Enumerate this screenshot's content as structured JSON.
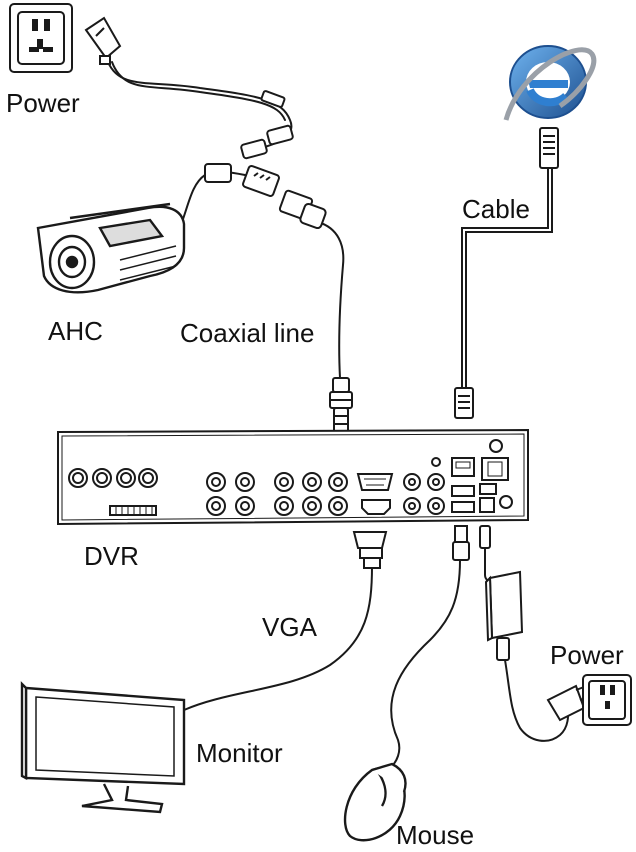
{
  "labels": {
    "power_top": "Power",
    "cable": "Cable",
    "ahc": "AHC",
    "coaxial_line": "Coaxial line",
    "dvr": "DVR",
    "vga": "VGA",
    "power_right": "Power",
    "monitor": "Monitor",
    "mouse": "Mouse"
  },
  "icons": {
    "wall_outlet": "wall-outlet-icon",
    "power_adapter": "power-adapter-icon",
    "camera": "bullet-camera-icon",
    "internet": "internet-explorer-icon",
    "rj45": "rj45-connector-icon",
    "bnc": "bnc-connector-icon",
    "dvr": "dvr-recorder-icon",
    "vga_plug": "vga-plug-icon",
    "usb_plug": "usb-plug-icon",
    "monitor": "monitor-icon",
    "mouse": "mouse-icon",
    "power_brick": "power-brick-icon",
    "power_plug": "power-plug-icon"
  },
  "colors": {
    "stroke": "#1a1a1a",
    "internet_blue": "#2f7fd0",
    "internet_dark": "#1d4f8f",
    "internet_ring": "#9aa0a8"
  }
}
